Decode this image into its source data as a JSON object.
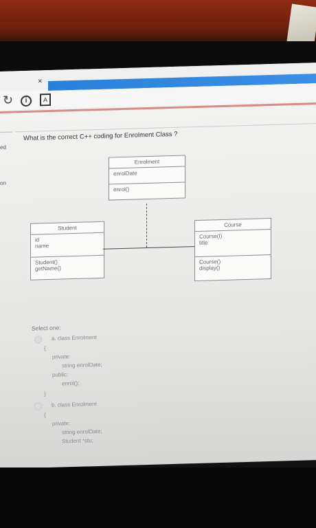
{
  "browser": {
    "close_tab": "×",
    "info_icon": "i",
    "page_icon": "A"
  },
  "sidebar": {
    "item1": "ed",
    "item2": "on"
  },
  "question": {
    "text": "What is the correct C++ coding for Enrolment Class ?"
  },
  "diagram": {
    "enrolment": {
      "name": "Enrolment",
      "attributes": [
        "enrolDate"
      ],
      "methods": [
        "enrol()"
      ]
    },
    "student": {
      "name": "Student",
      "attributes": [
        "id",
        "name"
      ],
      "methods": [
        "Student()",
        "getName()"
      ]
    },
    "course": {
      "name": "Course",
      "attributes": [
        "Course(I)",
        "title"
      ],
      "methods": [
        "Course()",
        "display()"
      ]
    }
  },
  "answers": {
    "prompt": "Select one:",
    "a": {
      "label": "a. class Enrolment",
      "lines": [
        "{",
        "private:",
        "string enrolDate;",
        "public:",
        "enrol();",
        "}"
      ]
    },
    "b": {
      "label": "b. class Enrolment",
      "lines": [
        "{",
        "private:",
        "string enrolDate;",
        "Student *stu;"
      ]
    }
  }
}
